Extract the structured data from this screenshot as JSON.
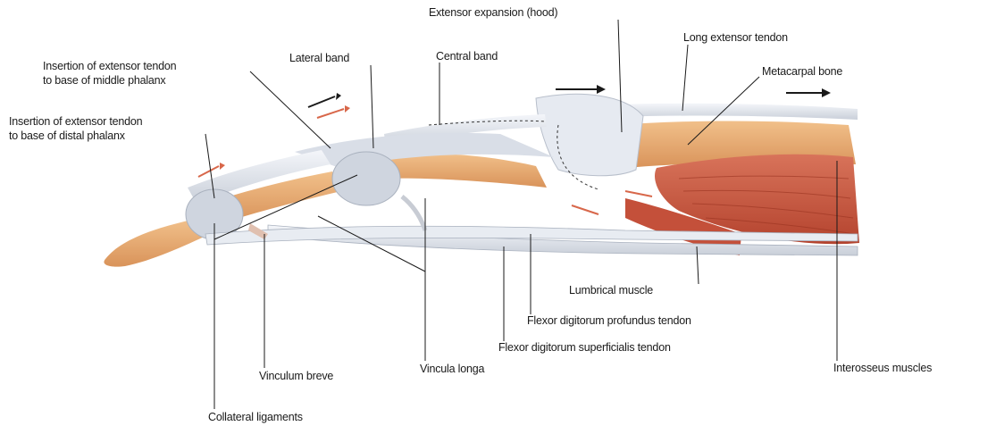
{
  "labels": {
    "extensor_expansion": "Extensor expansion (hood)",
    "long_extensor_tendon": "Long extensor tendon",
    "lateral_band": "Lateral band",
    "central_band": "Central band",
    "metacarpal_bone": "Metacarpal bone",
    "insertion_middle_line1": "Insertion of extensor tendon",
    "insertion_middle_line2": "to base of middle phalanx",
    "insertion_distal_line1": "Insertion of extensor tendon",
    "insertion_distal_line2": "to base of distal phalanx",
    "lumbrical_muscle": "Lumbrical muscle",
    "fdp_tendon": "Flexor digitorum profundus tendon",
    "fds_tendon": "Flexor digitorum superficialis tendon",
    "vinculum_breve": "Vinculum breve",
    "vincula_longa": "Vincula longa",
    "interosseus_muscles": "Interosseus muscles",
    "collateral_ligaments": "Collateral ligaments"
  },
  "colors": {
    "bone": "#e8a868",
    "tendon": "#dfe4ec",
    "muscle": "#c8553c",
    "arrow_black": "#1a1a1a",
    "arrow_red": "#d8674a"
  }
}
